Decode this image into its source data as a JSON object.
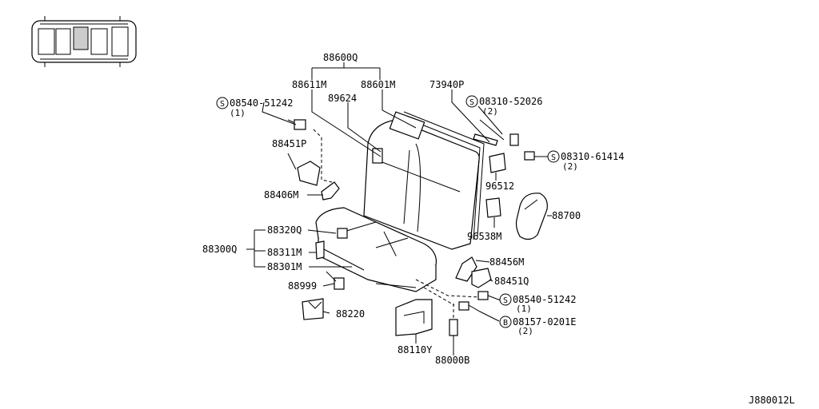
{
  "figure_code": "J880012L",
  "labels": {
    "p88600Q": "88600Q",
    "p88611M": "88611M",
    "p88601M": "88601M",
    "p89624": "89624",
    "p73940P": "73940P",
    "p08540_top": "08540-51242",
    "p08540_top_qty": "(1)",
    "p08310_52026": "08310-52026",
    "p08310_52026_qty": "(2)",
    "p08310_61414": "08310-61414",
    "p08310_61414_qty": "(2)",
    "p88451P": "88451P",
    "p88406M": "88406M",
    "p96512": "96512",
    "p88700": "88700",
    "p96538M": "96538M",
    "p88320Q": "88320Q",
    "p88300Q": "88300Q",
    "p88311M": "88311M",
    "p88301M": "88301M",
    "p88456M": "88456M",
    "p88451Q": "88451Q",
    "p88999": "88999",
    "p08540_bottom": "08540-51242",
    "p08540_bottom_qty": "(1)",
    "p88220": "88220",
    "p08157": "08157-0201E",
    "p08157_qty": "(2)",
    "p88110Y": "88110Y",
    "p88000B": "88000B"
  },
  "badges": {
    "s_symbol": "S",
    "b_symbol": "B"
  }
}
